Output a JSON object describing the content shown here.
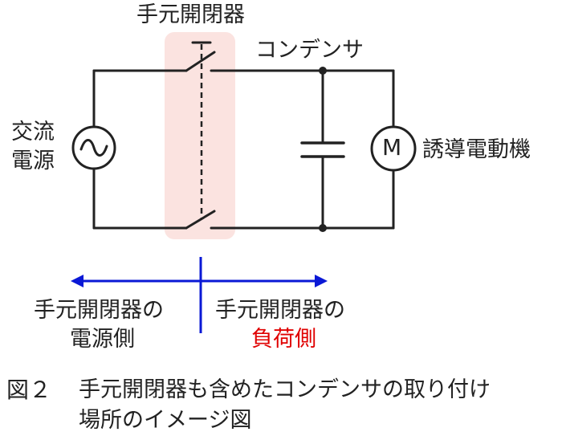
{
  "labels": {
    "switch": "手元開閉器",
    "capacitor": "コンデンサ",
    "ac_source_line1": "交流",
    "ac_source_line2": "電源",
    "motor": "誘導電動機",
    "motor_symbol": "M",
    "supply_side_line1": "手元開閉器の",
    "supply_side_line2": "電源側",
    "load_side_line1": "手元開閉器の",
    "load_side_line2": "負荷側"
  },
  "caption": {
    "number": "図２",
    "line1": "手元開閉器も含めたコンデンサの取り付け",
    "line2": "場所のイメージ図"
  },
  "colors": {
    "wire": "#222222",
    "switch_highlight": "#fbe3e0",
    "arrow": "#0a18d6",
    "load_side_text": "#e00000"
  }
}
